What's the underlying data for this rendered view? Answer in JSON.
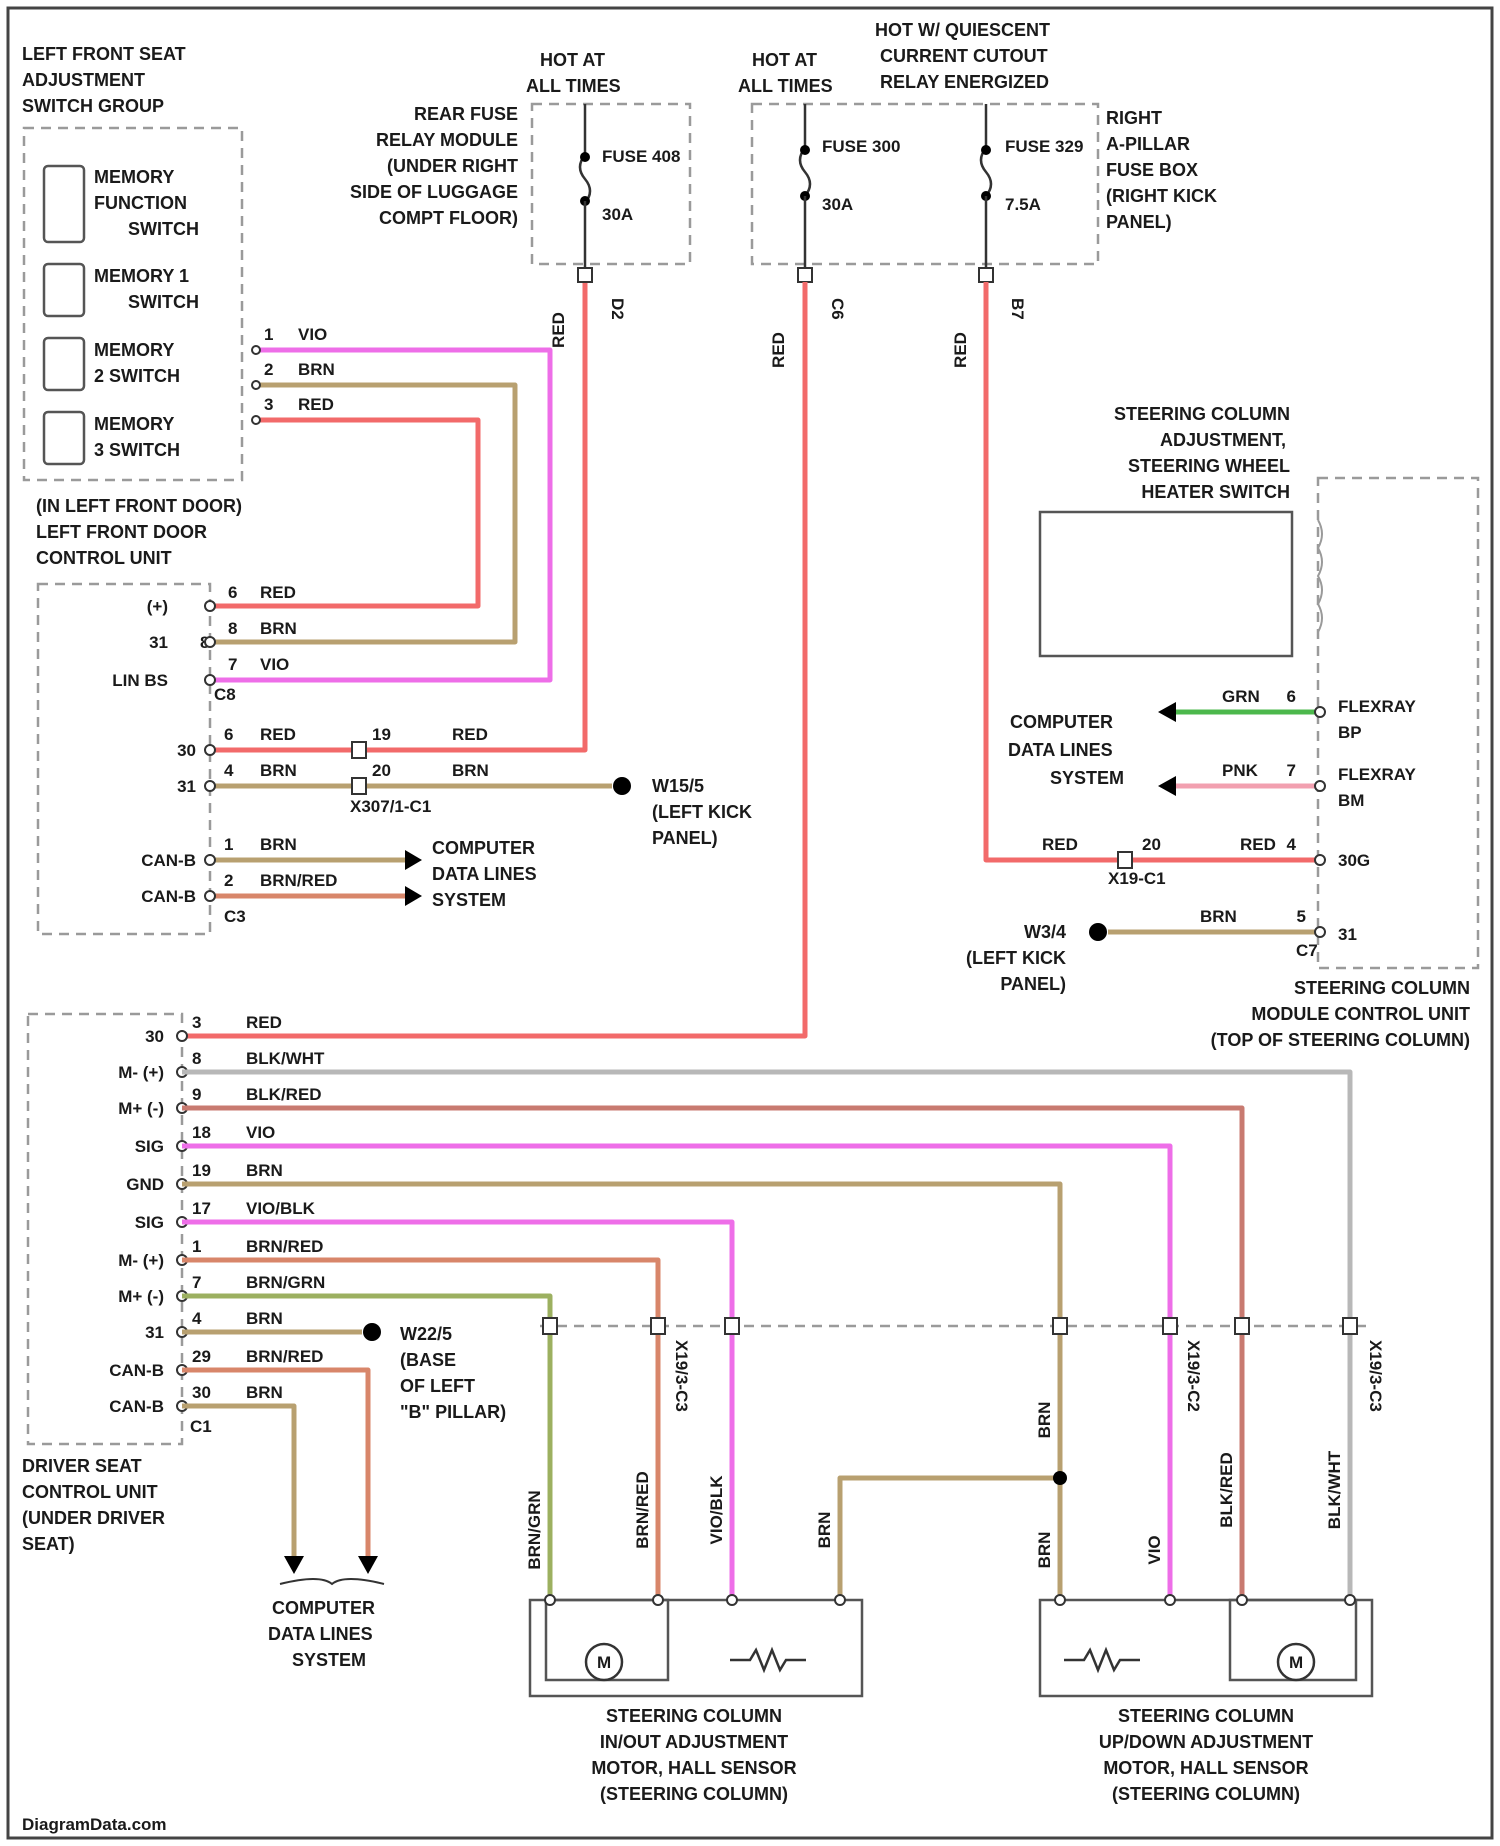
{
  "colors": {
    "RED": "#f26a6a",
    "BRN": "#b8a070",
    "VIO": "#ee6ee8",
    "GRN": "#4cb84c",
    "PNK": "#f2a0b0",
    "GRY": "#b8b8b8",
    "BRN_RED": "#d8866a",
    "BLK_RED": "#c87a70",
    "BRN_GRN": "#9cb060"
  },
  "components": {
    "seat_switch_group": [
      "LEFT FRONT SEAT",
      "ADJUSTMENT",
      "SWITCH GROUP"
    ],
    "memory_function": [
      "MEMORY",
      "FUNCTION",
      "SWITCH"
    ],
    "memory1": [
      "MEMORY 1",
      "SWITCH"
    ],
    "memory2": [
      "MEMORY",
      "2 SWITCH"
    ],
    "memory3": [
      "MEMORY",
      "3 SWITCH"
    ],
    "door_unit": [
      "(IN LEFT FRONT DOOR)",
      "LEFT FRONT DOOR",
      "CONTROL UNIT"
    ],
    "rear_fuse": [
      "REAR FUSE",
      "RELAY MODULE",
      "(UNDER RIGHT",
      "SIDE OF LUGGAGE",
      "COMPT FLOOR)"
    ],
    "hot1": [
      "HOT AT",
      "ALL TIMES"
    ],
    "hot2": [
      "HOT AT",
      "ALL TIMES"
    ],
    "hot3": [
      "HOT W/ QUIESCENT",
      "CURRENT CUTOUT",
      "RELAY ENERGIZED"
    ],
    "fuse_box": [
      "RIGHT",
      "A-PILLAR",
      "FUSE BOX",
      "(RIGHT KICK",
      "PANEL)"
    ],
    "fuse408": "FUSE 408",
    "fuse408_amp": "30A",
    "fuse300": "FUSE 300",
    "fuse300_amp": "30A",
    "fuse329": "FUSE 329",
    "fuse329_amp": "7.5A",
    "sc_switch": [
      "STEERING COLUMN",
      "ADJUSTMENT,",
      "STEERING WHEEL",
      "HEATER SWITCH"
    ],
    "sc_module": [
      "STEERING COLUMN",
      "MODULE CONTROL UNIT",
      "(TOP OF STEERING COLUMN)"
    ],
    "seat_unit": [
      "DRIVER SEAT",
      "CONTROL UNIT",
      "(UNDER DRIVER",
      "SEAT)"
    ],
    "motor_inout": [
      "STEERING COLUMN",
      "IN/OUT ADJUSTMENT",
      "MOTOR, HALL SENSOR",
      "(STEERING COLUMN)"
    ],
    "motor_updown": [
      "STEERING COLUMN",
      "UP/DOWN ADJUSTMENT",
      "MOTOR, HALL SENSOR",
      "(STEERING COLUMN)"
    ],
    "cdl1": [
      "COMPUTER",
      "DATA LINES",
      "SYSTEM"
    ],
    "cdl2": [
      "COMPUTER",
      "DATA LINES",
      "SYSTEM"
    ],
    "cdl3": [
      "COMPUTER",
      "DATA LINES",
      "SYSTEM"
    ],
    "w1515": [
      "W15/5",
      "(LEFT KICK",
      "PANEL)"
    ],
    "w34": [
      "W3/4",
      "(LEFT KICK",
      "PANEL)"
    ],
    "w225": [
      "W22/5",
      "(BASE",
      "OF LEFT",
      "\"B\" PILLAR)"
    ]
  },
  "connectors": {
    "x3071": "X307/1-C1",
    "x19": "X19-C1",
    "c1": "C1",
    "c3": "C3",
    "c8": "C8",
    "c7": "C7",
    "d2": "D2",
    "c6": "C6",
    "b7": "B7",
    "x193a": "X19/3-C3",
    "x193b": "X19/3-C2",
    "x193c": "X19/3-C2",
    "x193d": "X19/3-C3"
  },
  "switch_wires": [
    {
      "pin": "1",
      "color": "VIO"
    },
    {
      "pin": "2",
      "color": "BRN"
    },
    {
      "pin": "3",
      "color": "RED"
    }
  ],
  "door_pins": [
    {
      "label": "(+)",
      "pin": "6",
      "color": "RED"
    },
    {
      "label": "31",
      "pin": "8",
      "color": "BRN"
    },
    {
      "label": "",
      "pin": "",
      "color": ""
    },
    {
      "label": "LIN BS",
      "pin": "7",
      "color": "VIO"
    }
  ],
  "door_power": [
    {
      "label": "30",
      "pin": "6",
      "color": "RED",
      "pin2": "19",
      "color2": "RED"
    },
    {
      "label": "31",
      "pin": "4",
      "color": "BRN",
      "pin2": "20",
      "color2": "BRN"
    }
  ],
  "door_can": [
    {
      "label": "CAN-B",
      "pin": "1",
      "color": "BRN"
    },
    {
      "label": "CAN-B",
      "pin": "2",
      "color": "BRN/RED"
    }
  ],
  "sc_pins": [
    {
      "pin": "6",
      "color": "GRN",
      "label": "FLEXRAY",
      "label2": "BP"
    },
    {
      "pin": "7",
      "color": "PNK",
      "label": "FLEXRAY",
      "label2": "BM"
    },
    {
      "pin": "4",
      "color": "RED",
      "label": "30G",
      "label2": "",
      "pin2": "20",
      "color2": "RED"
    },
    {
      "pin": "5",
      "color": "BRN",
      "label": "31",
      "label2": ""
    }
  ],
  "fuse_wires": [
    {
      "color": "RED"
    },
    {
      "color": "RED"
    },
    {
      "color": "RED"
    }
  ],
  "seat_pins": [
    {
      "label": "30",
      "pin": "3",
      "color": "RED"
    },
    {
      "label": "M- (+)",
      "pin": "8",
      "color": "BLK/WHT"
    },
    {
      "label": "M+ (-)",
      "pin": "9",
      "color": "BLK/RED"
    },
    {
      "label": "SIG",
      "pin": "18",
      "color": "VIO"
    },
    {
      "label": "GND",
      "pin": "19",
      "color": "BRN"
    },
    {
      "label": "SIG",
      "pin": "17",
      "color": "VIO/BLK"
    },
    {
      "label": "M- (+)",
      "pin": "1",
      "color": "BRN/RED"
    },
    {
      "label": "M+ (-)",
      "pin": "7",
      "color": "BRN/GRN"
    },
    {
      "label": "31",
      "pin": "4",
      "color": "BRN"
    },
    {
      "label": "CAN-B",
      "pin": "29",
      "color": "BRN/RED"
    },
    {
      "label": "CAN-B",
      "pin": "30",
      "color": "BRN"
    }
  ],
  "motor_wires": [
    "BRN/GRN",
    "BRN/RED",
    "VIO/BLK",
    "BRN",
    "BRN",
    "BRN",
    "VIO",
    "BLK/RED",
    "BLK/WHT"
  ],
  "footer": "DiagramData.com"
}
